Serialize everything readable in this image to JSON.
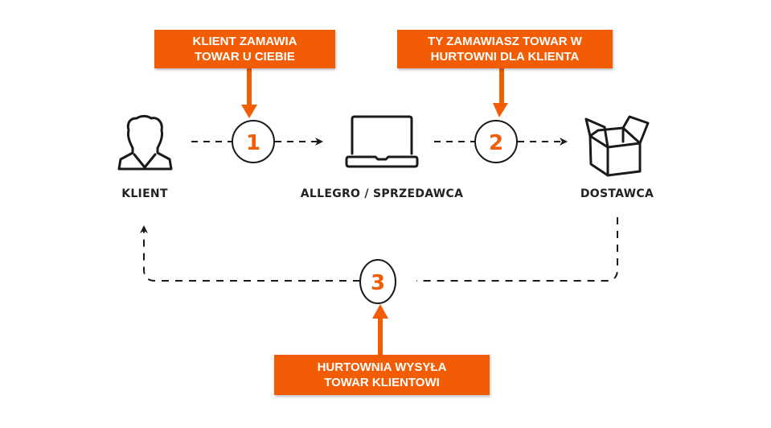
{
  "colors": {
    "accent": "#F25C05",
    "stroke": "#1a1a1a",
    "background": "#ffffff"
  },
  "callouts": [
    {
      "id": "step1",
      "line1": "KLIENT ZAMAWIA",
      "line2": "TOWAR U CIEBIE"
    },
    {
      "id": "step2",
      "line1": "TY ZAMAWIASZ TOWAR W",
      "line2": "HURTOWNI DLA KLIENTA"
    },
    {
      "id": "step3",
      "line1": "HURTOWNIA WYSYŁA",
      "line2": "TOWAR KLIENTOWI"
    }
  ],
  "nodes": [
    {
      "label": "KLIENT",
      "icon": "person-icon"
    },
    {
      "label": "ALLEGRO / SPRZEDAWCA",
      "icon": "laptop-icon"
    },
    {
      "label": "DOSTAWCA",
      "icon": "open-box-icon"
    }
  ],
  "steps": [
    "1",
    "2",
    "3"
  ]
}
